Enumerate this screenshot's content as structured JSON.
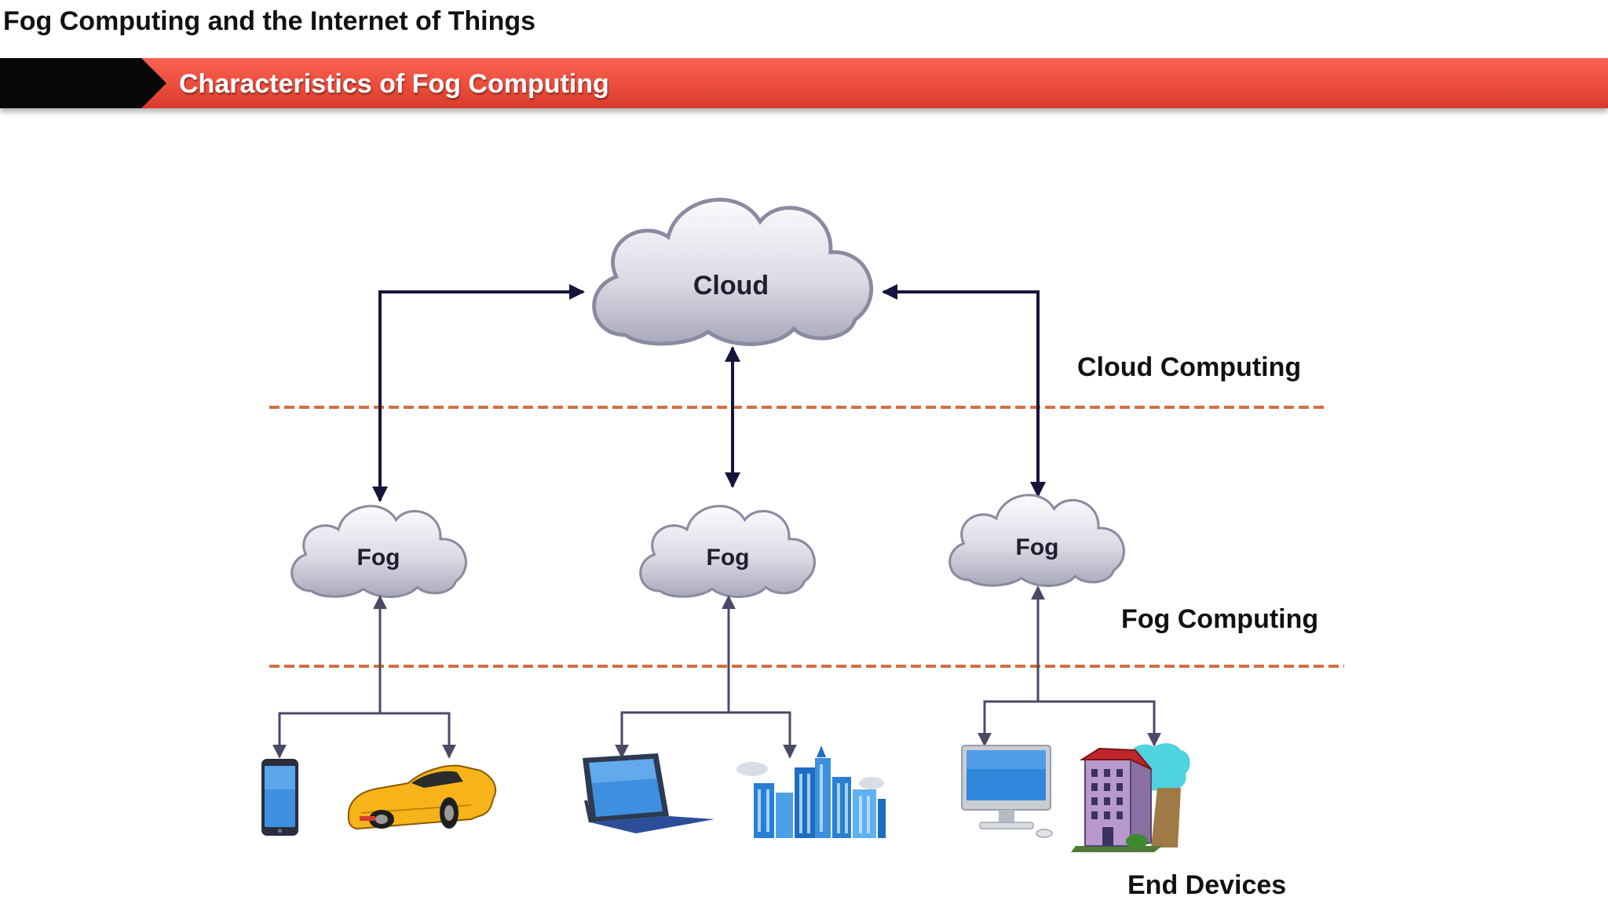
{
  "header": {
    "title": "Fog Computing and the Internet of Things",
    "section_title": "Characteristics of Fog Computing"
  },
  "diagram": {
    "cloud": {
      "label": "Cloud"
    },
    "fog_nodes": [
      {
        "label": "Fog",
        "devices": [
          "mobile-phone",
          "sports-car"
        ]
      },
      {
        "label": "Fog",
        "devices": [
          "laptop",
          "city-buildings"
        ]
      },
      {
        "label": "Fog",
        "devices": [
          "desktop-computer",
          "house"
        ]
      }
    ],
    "layers": {
      "cloud": "Cloud Computing",
      "fog": "Fog Computing",
      "devices": "End Devices"
    },
    "colors": {
      "banner": "#ec4d3c",
      "divider": "#d2703f",
      "cloud_arrows": "#15143a",
      "device_arrows": "#4a4a68",
      "cloud_fill": "#d8d8e2"
    }
  }
}
